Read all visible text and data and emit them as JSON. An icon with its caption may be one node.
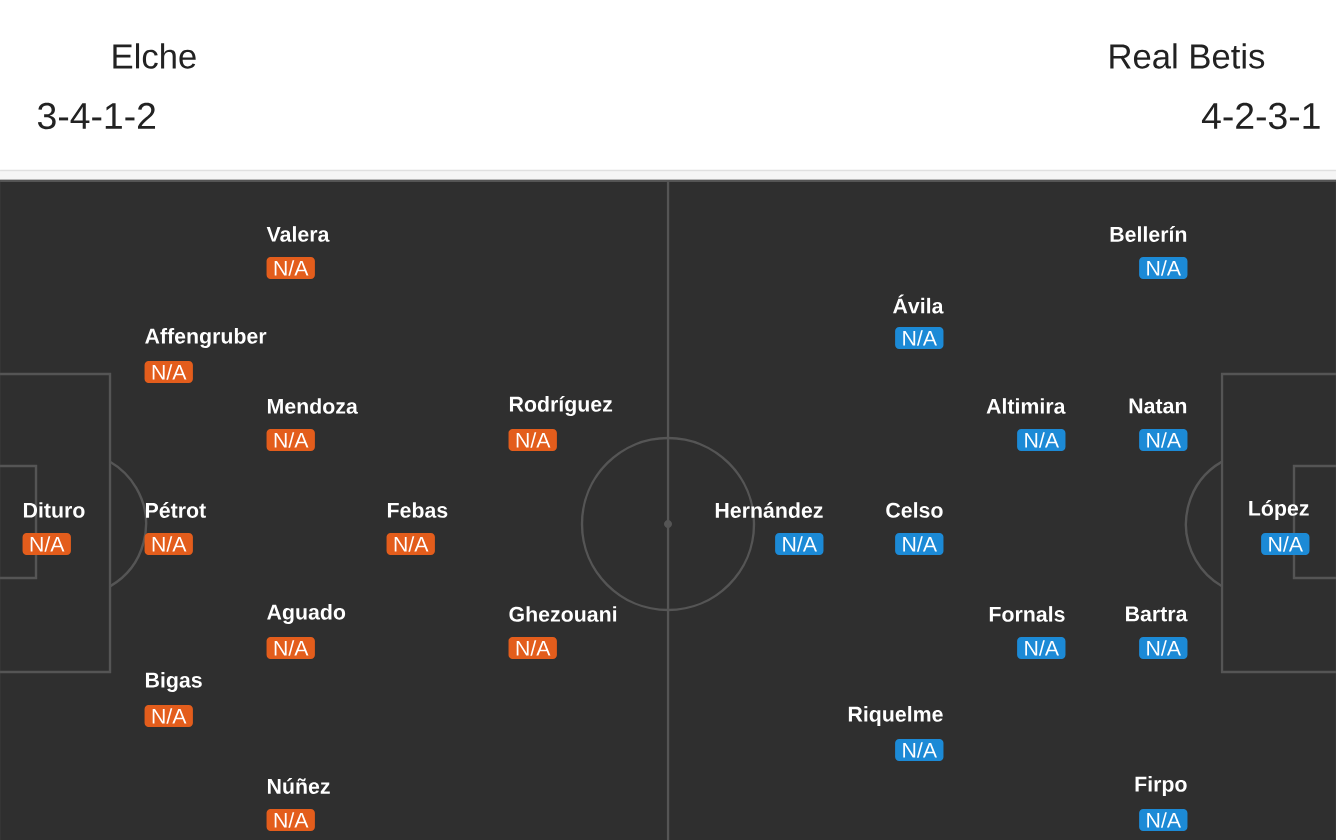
{
  "diagram": {
    "nodes": [
      {
        "text": [
          "Valera",
          "N/A"
        ]
      },
      {
        "text": [
          "Affengruber",
          "N/A"
        ]
      },
      {
        "text": [
          "Mendoza",
          "N/A"
        ]
      },
      {
        "text": [
          "Rodríguez",
          "N/A"
        ]
      },
      {
        "text": [
          "Dituro",
          "N/A"
        ]
      },
      {
        "text": [
          "Pétrot",
          "N/A"
        ]
      },
      {
        "text": [
          "Febas",
          "N/A"
        ]
      },
      {
        "text": [
          "Aguado",
          "N/A"
        ]
      },
      {
        "text": [
          "Ghezouani",
          "N/A"
        ]
      },
      {
        "text": [
          "Bigas",
          "N/A"
        ]
      },
      {
        "text": [
          "Núñez",
          "N/A"
        ]
      },
      {
        "text": [
          "Bellerín",
          "N/A"
        ]
      },
      {
        "text": [
          "Ávila",
          "N/A"
        ]
      },
      {
        "text": [
          "Altimira",
          "N/A"
        ]
      },
      {
        "text": [
          "Natan",
          "N/A"
        ]
      },
      {
        "text": [
          "Hernández",
          "N/A"
        ]
      },
      {
        "text": [
          "Celso",
          "N/A"
        ]
      },
      {
        "text": [
          "López",
          "N/A"
        ]
      },
      {
        "text": [
          "Fornals",
          "N/A"
        ]
      },
      {
        "text": [
          "Bartra",
          "N/A"
        ]
      },
      {
        "text": [
          "Riquelme",
          "N/A"
        ]
      },
      {
        "text": [
          "Firpo",
          "N/A"
        ]
      }
    ],
    "labels": [
      "Elche",
      "3-4-1-2",
      "Real Betis",
      "4-2-3-1"
    ]
  }
}
